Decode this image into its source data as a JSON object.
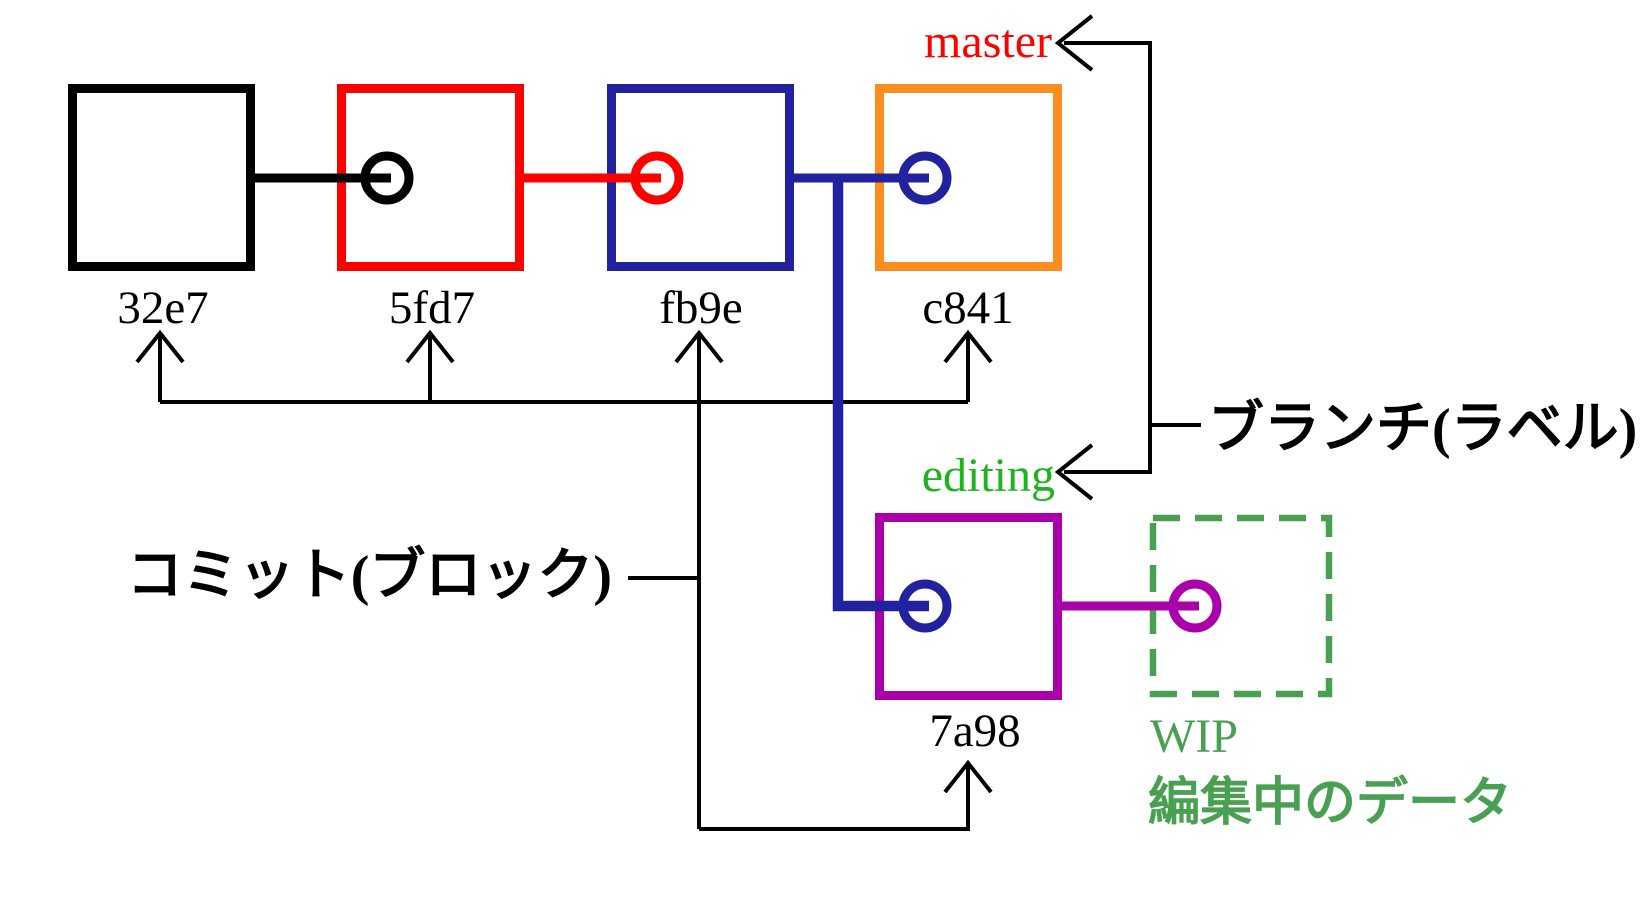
{
  "diagram": {
    "title_hint": "git commits and branches",
    "commits": [
      {
        "id": "32e7",
        "border_color": "#000000"
      },
      {
        "id": "5fd7",
        "border_color": "#ff0000",
        "parent_pointer_color": "#000000"
      },
      {
        "id": "fb9e",
        "border_color": "#2222a0",
        "parent_pointer_color": "#ff0000"
      },
      {
        "id": "c841",
        "border_color": "#ff8c1f",
        "parent_pointer_color": "#2222a0"
      },
      {
        "id": "7a98",
        "border_color": "#aa00aa",
        "parent_pointer_color": "#2222a0"
      }
    ],
    "wip_box": {
      "label": "WIP",
      "description": "編集中のデータ",
      "border_color": "#4aa052",
      "text_color": "#4aa052",
      "parent_pointer_color": "#aa00aa"
    },
    "branch_labels": [
      {
        "name": "master",
        "color": "#ff0000"
      },
      {
        "name": "editing",
        "color": "#1db41d"
      }
    ],
    "annotations": {
      "branch_callout": "ブランチ(ラベル)",
      "commit_callout": "コミット(ブロック)",
      "color": "#000000"
    }
  }
}
